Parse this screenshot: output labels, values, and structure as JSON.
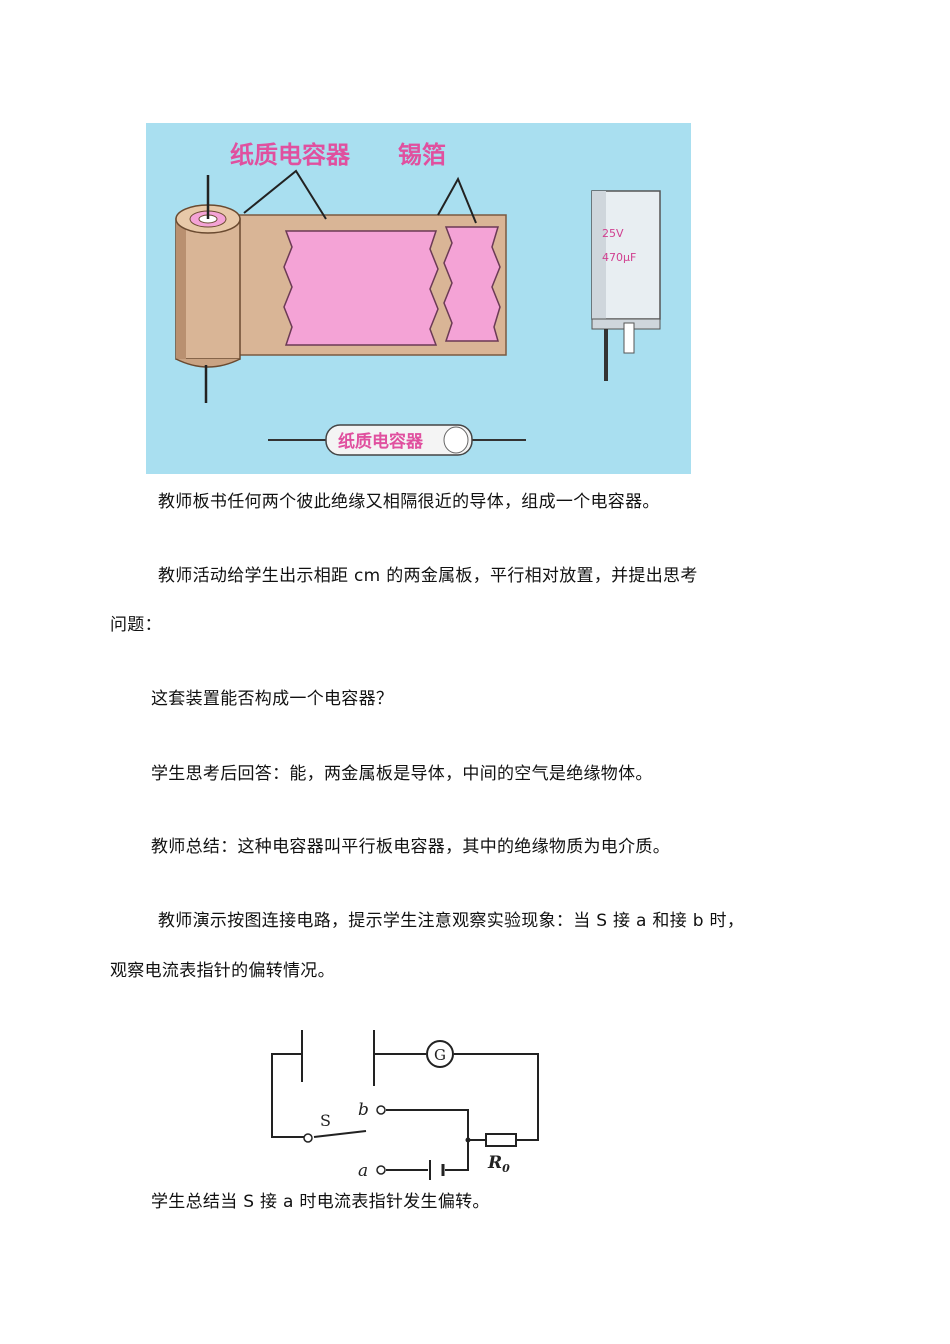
{
  "figure": {
    "label_capacitor": "纸质电容器",
    "label_foil": "锡箔",
    "label_small_capacitor": "纸质电容器",
    "cap_text_line1": "25V",
    "cap_text_line2": "470μF"
  },
  "paragraphs": [
    {
      "id": "p1",
      "text": "教师板书任何两个彼此绝缘又相隔很近的导体，组成一个电容器。"
    },
    {
      "id": "p2a",
      "text": "教师活动给学生出示相距 cm 的两金属板，平行相对放置，并提出思考"
    },
    {
      "id": "p2b",
      "text": "问题："
    },
    {
      "id": "p3",
      "text": "这套装置能否构成一个电容器？"
    },
    {
      "id": "p4",
      "text": "学生思考后回答：能，两金属板是导体，中间的空气是绝缘物体。"
    },
    {
      "id": "p5",
      "text": "教师总结：这种电容器叫平行板电容器，其中的绝缘物质为电介质。"
    },
    {
      "id": "p6a",
      "text": "教师演示按图连接电路，提示学生注意观察实验现象：当 S 接 a 和接 b 时，"
    },
    {
      "id": "p6b",
      "text": "观察电流表指针的偏转情况。"
    },
    {
      "id": "p7",
      "text": "学生总结当 S 接 a 时电流表指针发生偏转。"
    }
  ],
  "circuit": {
    "galvanometer": "G",
    "switch": "S",
    "terminal_b": "b",
    "terminal_a": "a",
    "resistor": "R",
    "resistor_sub": "0"
  }
}
